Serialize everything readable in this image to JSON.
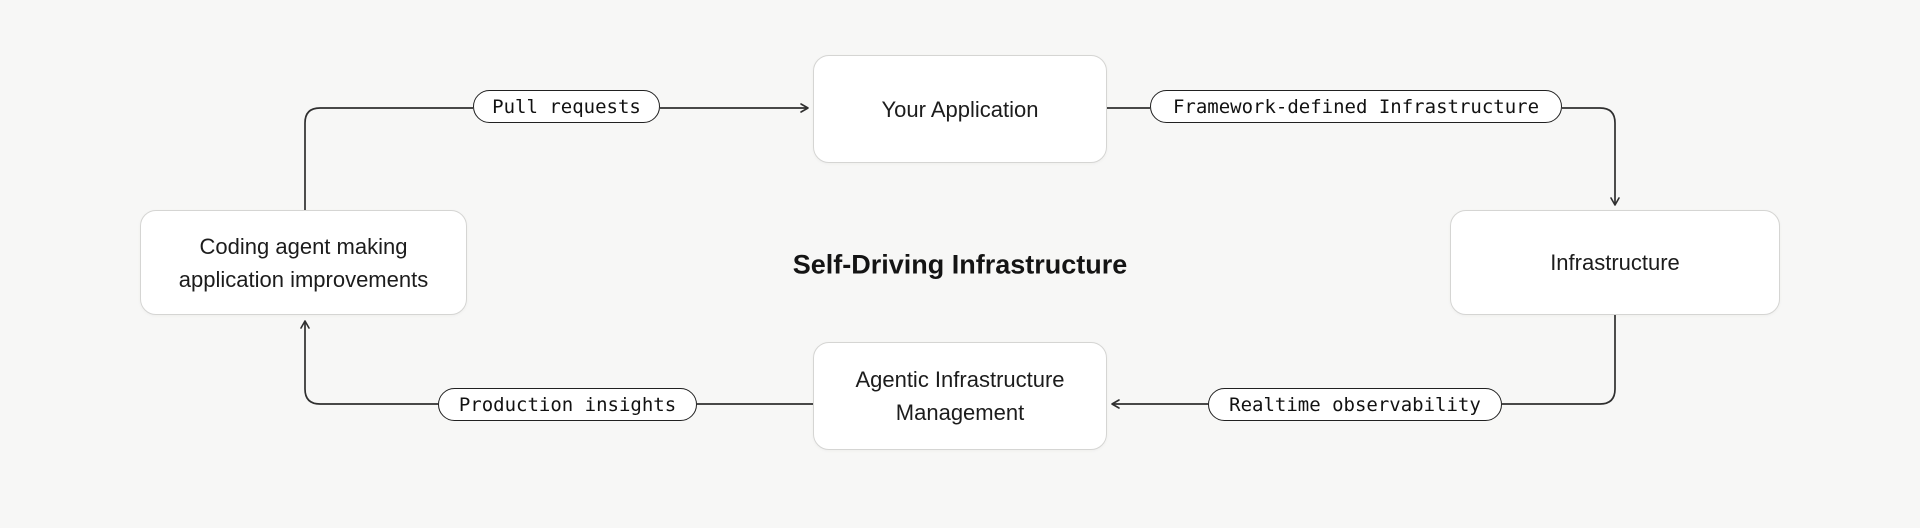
{
  "canvas": {
    "background_color": "#f7f7f6",
    "line_color": "#2f2f2f",
    "node_fill": "#ffffff",
    "node_border_color": "#d5d5d3",
    "pill_border_color": "#212121",
    "text_color": "#1c1c1c"
  },
  "title": {
    "text": "Self-Driving Infrastructure"
  },
  "nodes": {
    "your_application": {
      "label": "Your Application"
    },
    "infrastructure": {
      "label": "Infrastructure"
    },
    "agentic_management": {
      "label": "Agentic Infrastructure Management"
    },
    "coding_agent": {
      "label": "Coding agent making application improvements"
    }
  },
  "edge_labels": {
    "pull_requests": "Pull requests",
    "framework_defined": "Framework-defined Infrastructure",
    "realtime_observability": "Realtime observability",
    "production_insights": "Production insights"
  },
  "edges": [
    {
      "from": "coding_agent",
      "to": "your_application",
      "label": "Pull requests"
    },
    {
      "from": "your_application",
      "to": "infrastructure",
      "label": "Framework-defined Infrastructure"
    },
    {
      "from": "infrastructure",
      "to": "agentic_management",
      "label": "Realtime observability"
    },
    {
      "from": "agentic_management",
      "to": "coding_agent",
      "label": "Production insights"
    }
  ]
}
